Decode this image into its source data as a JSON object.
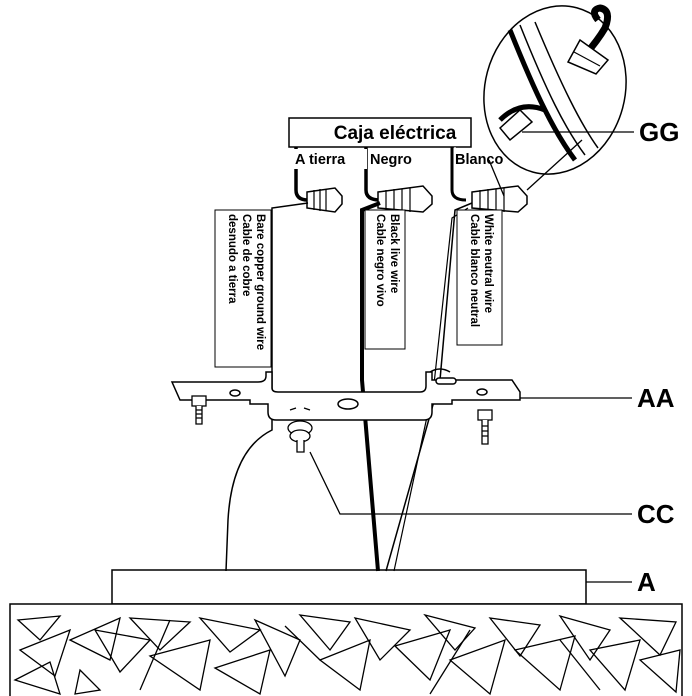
{
  "box": {
    "title": "Caja eléctrica"
  },
  "wire_labels": {
    "ground": "A tierra",
    "black": "Negro",
    "white": "Blanco"
  },
  "ground_desc": {
    "l1": "Bare copper ground wire",
    "l2": "Cable de cobre",
    "l3": "desnudo a tierra"
  },
  "black_desc": {
    "l1": "Black live wire",
    "l2": "Cable negro vivo"
  },
  "white_desc": {
    "l1": "White neutral wire",
    "l2": "Cable blanco neutral"
  },
  "callouts": {
    "gg": "GG",
    "aa": "AA",
    "cc": "CC",
    "a": "A"
  }
}
